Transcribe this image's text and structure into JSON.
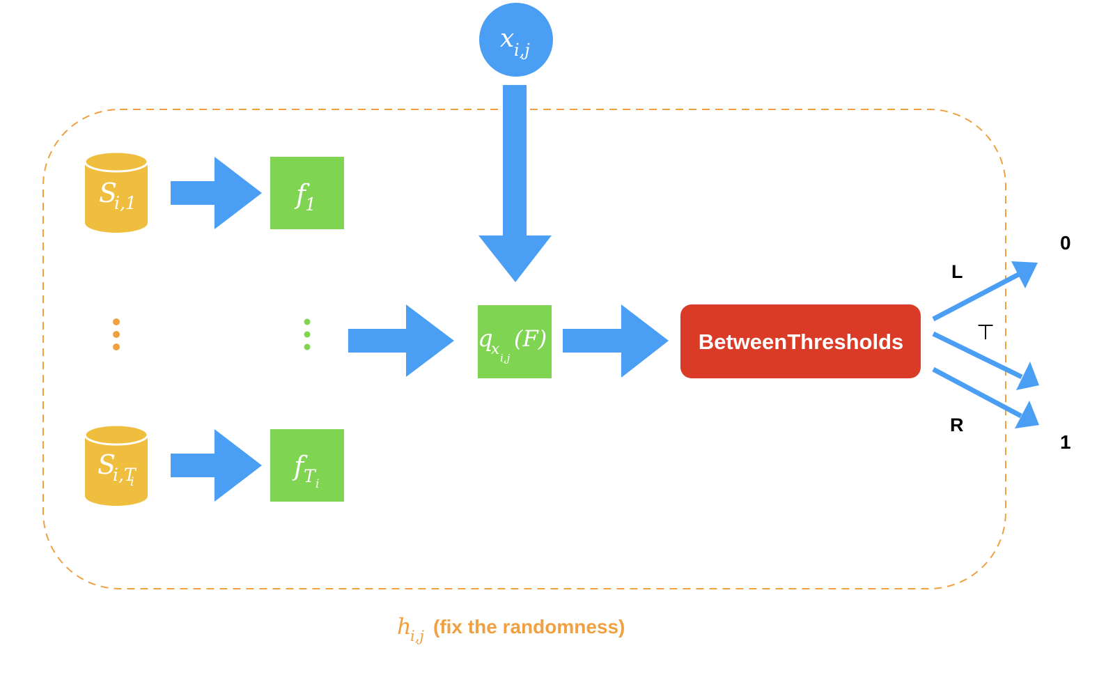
{
  "colors": {
    "arrow": "#4a9ff5",
    "input_circle": "#4a9ff5",
    "sample_db": "#f0be3f",
    "function_box": "#7fd451",
    "threshold_box": "#d93b27",
    "dashed_border": "#f0a040",
    "caption": "#f0a040",
    "text_dark": "#000000",
    "text_light": "#ffffff"
  },
  "input": {
    "symbol": "x",
    "subscript": "i,j",
    "icon": "circle-node"
  },
  "databases": [
    {
      "symbol": "S",
      "subscript": "i,1",
      "subsub": "",
      "icon": "database-cylinder"
    },
    {
      "symbol": "S",
      "subscript": "i,T",
      "subsub": "i",
      "icon": "database-cylinder"
    }
  ],
  "functions": [
    {
      "symbol": "f",
      "subscript": "1",
      "subsub": ""
    },
    {
      "symbol": "f",
      "subscript": "T",
      "subsub": "i"
    }
  ],
  "query": {
    "symbol": "q",
    "subscript": "x",
    "subsub": "i,j",
    "argument": "(F)"
  },
  "threshold_box": {
    "label": "BetweenThresholds"
  },
  "outputs": {
    "branch_L": "L",
    "branch_T": "⊤",
    "branch_R": "R",
    "result_0": "0",
    "result_1": "1"
  },
  "caption": {
    "symbol": "h",
    "subscript": "i,j",
    "text": "(fix the randomness)"
  },
  "ellipsis_icons": [
    "vertical-ellipsis-icon",
    "vertical-ellipsis-icon"
  ]
}
